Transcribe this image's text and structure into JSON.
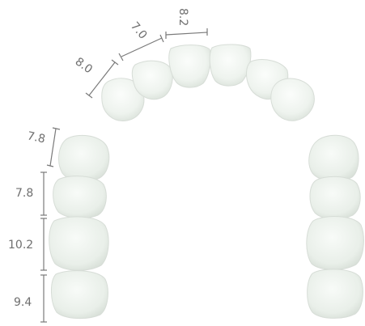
{
  "diagram": {
    "anterior_measurements": [
      "8.2",
      "7.0",
      "8.0"
    ],
    "posterior_measurements": [
      "7.8",
      "7.8",
      "10.2",
      "9.4"
    ],
    "colors": {
      "tooth_fill": "#f1f5f1",
      "tooth_shadow": "#dfe6df",
      "label": "#6f6f6f",
      "line": "#7a7a7a"
    },
    "icons": [
      "tooth-icon"
    ]
  }
}
